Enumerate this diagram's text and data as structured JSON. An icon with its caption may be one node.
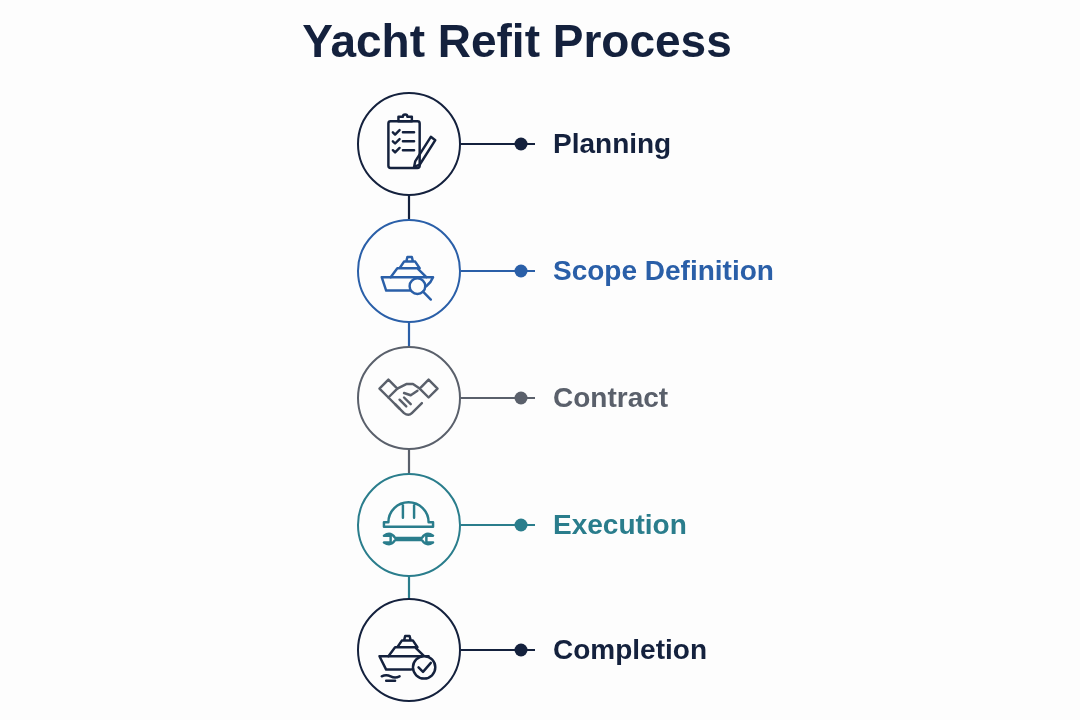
{
  "diagram": {
    "title": "Yacht Refit Process",
    "nodes": [
      {
        "text": [],
        "shape": "circle"
      },
      {
        "text": [
          "Planning"
        ]
      },
      {
        "text": [],
        "shape": "circle"
      },
      {
        "text": [
          "Scope Definition"
        ]
      },
      {
        "text": [],
        "shape": "circle"
      },
      {
        "text": [
          "Contract"
        ]
      },
      {
        "text": [],
        "shape": "circle"
      },
      {
        "text": [
          "Execution"
        ]
      },
      {
        "text": [],
        "shape": "circle"
      },
      {
        "text": [
          "Completion"
        ]
      }
    ],
    "edges": [
      {
        "from": 0,
        "to": 1,
        "arrow": "other"
      },
      {
        "from": 2,
        "to": 3,
        "arrow": "other",
        "color": "#2a5fa8"
      },
      {
        "from": 4,
        "to": 5,
        "arrow": "other",
        "color": "#5a606b"
      },
      {
        "from": 6,
        "to": 7,
        "arrow": "other",
        "color": "#2a7d8c"
      },
      {
        "from": 8,
        "to": 9,
        "arrow": "other"
      },
      {
        "from": 0,
        "to": 2,
        "arrow": "none"
      },
      {
        "from": 2,
        "to": 4,
        "arrow": "none",
        "color": "#2a5fa8"
      },
      {
        "from": 4,
        "to": 6,
        "arrow": "none",
        "color": "#5a606b"
      },
      {
        "from": 6,
        "to": 8,
        "arrow": "none",
        "color": "#2a7d8c"
      }
    ]
  }
}
